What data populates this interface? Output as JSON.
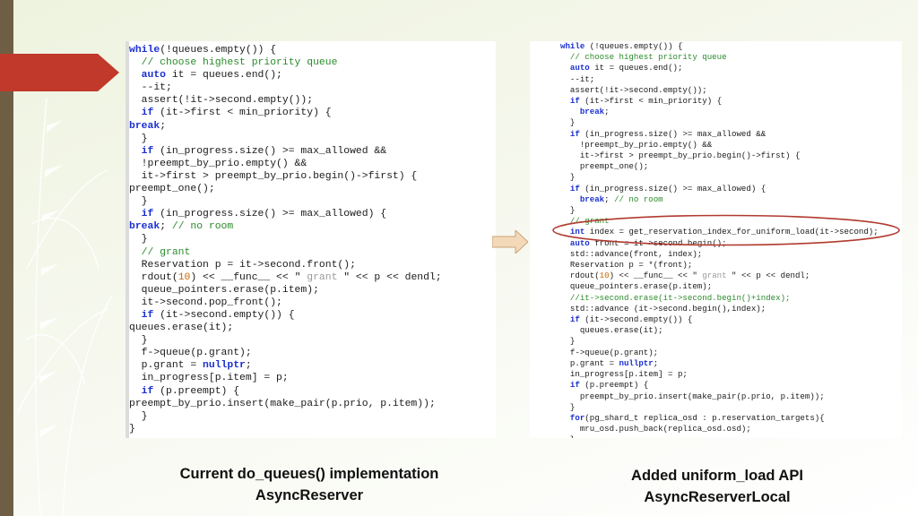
{
  "colors": {
    "accent_red": "#c0392b",
    "left_bar": "#6e5f44",
    "keyword": "#1a2fd0",
    "comment": "#2a8a2a",
    "number": "#cc6600",
    "highlight_ellipse": "#b03a2e"
  },
  "left_code": [
    [
      [
        "kw",
        "while"
      ],
      [
        "",
        "(!queues.empty()) {"
      ]
    ],
    [
      [
        "",
        "  "
      ],
      [
        "cm",
        "// choose highest priority queue"
      ]
    ],
    [
      [
        "",
        "  "
      ],
      [
        "kw",
        "auto"
      ],
      [
        "",
        " it = queues.end();"
      ]
    ],
    [
      [
        "",
        "  --it;"
      ]
    ],
    [
      [
        "",
        "  assert(!it->second.empty());"
      ]
    ],
    [
      [
        "",
        "  "
      ],
      [
        "kw",
        "if"
      ],
      [
        "",
        " (it->first < min_priority) {"
      ]
    ],
    [
      [
        "kw",
        "break"
      ],
      [
        "",
        ";"
      ]
    ],
    [
      [
        "",
        "  }"
      ]
    ],
    [
      [
        "",
        "  "
      ],
      [
        "kw",
        "if"
      ],
      [
        "",
        " (in_progress.size() >= max_allowed &&"
      ]
    ],
    [
      [
        "",
        "  !preempt_by_prio.empty() &&"
      ]
    ],
    [
      [
        "",
        "  it->first > preempt_by_prio.begin()->first) {"
      ]
    ],
    [
      [
        "",
        "preempt_one();"
      ]
    ],
    [
      [
        "",
        "  }"
      ]
    ],
    [
      [
        "",
        "  "
      ],
      [
        "kw",
        "if"
      ],
      [
        "",
        " (in_progress.size() >= max_allowed) {"
      ]
    ],
    [
      [
        "kw",
        "break"
      ],
      [
        "",
        "; "
      ],
      [
        "cm",
        "// no room"
      ]
    ],
    [
      [
        "",
        "  }"
      ]
    ],
    [
      [
        "",
        "  "
      ],
      [
        "cm",
        "// grant"
      ]
    ],
    [
      [
        "",
        "  Reservation p = it->second.front();"
      ]
    ],
    [
      [
        "",
        "  rdout("
      ],
      [
        "num",
        "10"
      ],
      [
        "",
        ") << __func__ << \" "
      ],
      [
        "str",
        "grant"
      ],
      [
        "",
        " \" << p << dendl;"
      ]
    ],
    [
      [
        "",
        "  queue_pointers.erase(p.item);"
      ]
    ],
    [
      [
        "",
        "  it->second.pop_front();"
      ]
    ],
    [
      [
        "",
        "  "
      ],
      [
        "kw",
        "if"
      ],
      [
        "",
        " (it->second.empty()) {"
      ]
    ],
    [
      [
        "",
        "queues.erase(it);"
      ]
    ],
    [
      [
        "",
        "  }"
      ]
    ],
    [
      [
        "",
        "  f->queue(p.grant);"
      ]
    ],
    [
      [
        "",
        "  p.grant = "
      ],
      [
        "kw",
        "nullptr"
      ],
      [
        "",
        ";"
      ]
    ],
    [
      [
        "",
        "  in_progress[p.item] = p;"
      ]
    ],
    [
      [
        "",
        "  "
      ],
      [
        "kw",
        "if"
      ],
      [
        "",
        " (p.preempt) {"
      ]
    ],
    [
      [
        "",
        "preempt_by_prio.insert(make_pair(p.prio, p.item));"
      ]
    ],
    [
      [
        "",
        "  }"
      ]
    ],
    [
      [
        "",
        "}"
      ]
    ]
  ],
  "right_code": [
    [
      [
        "kw",
        "while"
      ],
      [
        "",
        " (!queues.empty()) {"
      ]
    ],
    [
      [
        "",
        "  "
      ],
      [
        "cm",
        "// choose highest priority queue"
      ]
    ],
    [
      [
        "",
        "  "
      ],
      [
        "kw",
        "auto"
      ],
      [
        "",
        " it = queues.end();"
      ]
    ],
    [
      [
        "",
        "  --it;"
      ]
    ],
    [
      [
        "",
        "  assert(!it->second.empty());"
      ]
    ],
    [
      [
        "",
        "  "
      ],
      [
        "kw",
        "if"
      ],
      [
        "",
        " (it->first < min_priority) {"
      ]
    ],
    [
      [
        "",
        "    "
      ],
      [
        "kw",
        "break"
      ],
      [
        "",
        ";"
      ]
    ],
    [
      [
        "",
        "  }"
      ]
    ],
    [
      [
        "",
        "  "
      ],
      [
        "kw",
        "if"
      ],
      [
        "",
        " (in_progress.size() >= max_allowed &&"
      ]
    ],
    [
      [
        "",
        "    !preempt_by_prio.empty() &&"
      ]
    ],
    [
      [
        "",
        "    it->first > preempt_by_prio.begin()->first) {"
      ]
    ],
    [
      [
        "",
        "    preempt_one();"
      ]
    ],
    [
      [
        "",
        "  }"
      ]
    ],
    [
      [
        "",
        "  "
      ],
      [
        "kw",
        "if"
      ],
      [
        "",
        " (in_progress.size() >= max_allowed) {"
      ]
    ],
    [
      [
        "",
        "    "
      ],
      [
        "kw",
        "break"
      ],
      [
        "",
        "; "
      ],
      [
        "cm",
        "// no room"
      ]
    ],
    [
      [
        "",
        "  }"
      ]
    ],
    [
      [
        "",
        "  "
      ],
      [
        "cm",
        "// grant"
      ]
    ],
    [
      [
        "",
        "  "
      ],
      [
        "kw",
        "int"
      ],
      [
        "",
        " index = get_reservation_index_for_uniform_load(it->second);"
      ]
    ],
    [
      [
        "",
        "  "
      ],
      [
        "kw",
        "auto"
      ],
      [
        "",
        " front = it->second.begin();"
      ]
    ],
    [
      [
        "",
        "  std::advance(front, index);"
      ]
    ],
    [
      [
        "",
        "  Reservation p = *(front);"
      ]
    ],
    [
      [
        "",
        "  rdout("
      ],
      [
        "num",
        "10"
      ],
      [
        "",
        ") << __func__ << \" "
      ],
      [
        "str",
        "grant"
      ],
      [
        "",
        " \" << p << dendl;"
      ]
    ],
    [
      [
        "",
        "  queue_pointers.erase(p.item);"
      ]
    ],
    [
      [
        "",
        "  "
      ],
      [
        "cm",
        "//it->second.erase(it->second.begin()+index);"
      ]
    ],
    [
      [
        "",
        "  std::advance (it->second.begin(),index);"
      ]
    ],
    [
      [
        "",
        "  "
      ],
      [
        "kw",
        "if"
      ],
      [
        "",
        " (it->second.empty()) {"
      ]
    ],
    [
      [
        "",
        "    queues.erase(it);"
      ]
    ],
    [
      [
        "",
        "  }"
      ]
    ],
    [
      [
        "",
        "  f->queue(p.grant);"
      ]
    ],
    [
      [
        "",
        "  p.grant = "
      ],
      [
        "kw",
        "nullptr"
      ],
      [
        "",
        ";"
      ]
    ],
    [
      [
        "",
        "  in_progress[p.item] = p;"
      ]
    ],
    [
      [
        "",
        "  "
      ],
      [
        "kw",
        "if"
      ],
      [
        "",
        " (p.preempt) {"
      ]
    ],
    [
      [
        "",
        "    preempt_by_prio.insert(make_pair(p.prio, p.item));"
      ]
    ],
    [
      [
        "",
        "  }"
      ]
    ],
    [
      [
        "",
        "  "
      ],
      [
        "kw",
        "for"
      ],
      [
        "",
        "(pg_shard_t replica_osd : p.reservation_targets){"
      ]
    ],
    [
      [
        "",
        "    mru_osd.push_back(replica_osd.osd);"
      ]
    ],
    [
      [
        "",
        "  }"
      ]
    ]
  ],
  "captions": {
    "left_line1": "Current do_queues() implementation",
    "left_line2": "AsyncReserver",
    "right_line1": "Added uniform_load API",
    "right_line2": "AsyncReserverLocal"
  }
}
